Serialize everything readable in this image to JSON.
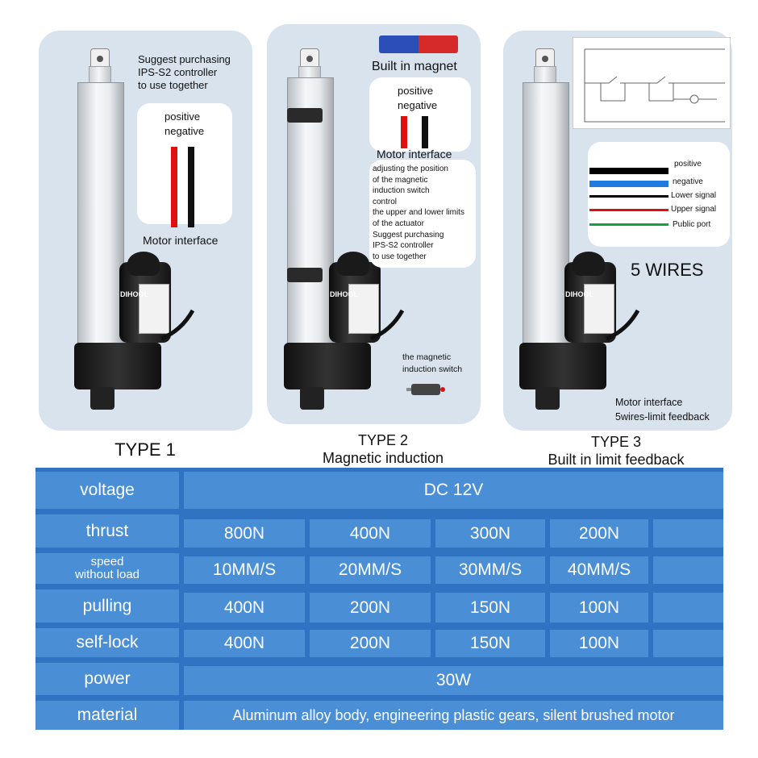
{
  "panel1": {
    "note_lines": [
      "Suggest purchasing",
      "IPS-S2 controller",
      "to use together"
    ],
    "wire_labels": [
      "positive",
      "negative"
    ],
    "interface_label": "Motor interface",
    "type_title": "TYPE 1"
  },
  "panel2": {
    "magnet_label": "Built in magnet",
    "wire_labels": [
      "positive",
      "negative"
    ],
    "interface_label": "Motor interface",
    "note_lines": [
      "adjusting the position",
      "of the magnetic",
      "induction switch",
      "control",
      "the upper and lower limits",
      "of the actuator",
      "Suggest purchasing",
      "IPS-S2 controller",
      " to use together"
    ],
    "switch_label_lines": [
      "the magnetic",
      "induction switch"
    ],
    "type_title": "TYPE 2",
    "type_subtitle": "Magnetic induction"
  },
  "panel3": {
    "wires": [
      {
        "label": "positive",
        "color": "#000000"
      },
      {
        "label": "negative",
        "color": "#1e7be0"
      },
      {
        "label": "Lower  signal",
        "color": "#000000"
      },
      {
        "label": "Upper signal",
        "color": "#e01010"
      },
      {
        "label": "Public port",
        "color": "#18a03c"
      }
    ],
    "wire_count_label": "5 WIRES",
    "bottom_lines": [
      "Motor interface",
      "5wires-limit feedback"
    ],
    "type_title": "TYPE 3",
    "type_subtitle": "Built in limit feedback"
  },
  "actuator": {
    "brand": "DIHOOL"
  },
  "colors": {
    "panel_bg": "#d8e3ee",
    "table_cell": "#4a8fd6",
    "table_frame": "#2f73c2",
    "red_wire": "#e01010"
  },
  "specs": {
    "voltage": {
      "label": "voltage",
      "value": "DC 12V"
    },
    "thrust": {
      "label": "thrust",
      "values": [
        "800N",
        "400N",
        "300N",
        "200N"
      ]
    },
    "speed": {
      "label_lines": [
        "speed",
        "without load"
      ],
      "values": [
        "10MM/S",
        "20MM/S",
        "30MM/S",
        "40MM/S"
      ]
    },
    "pulling": {
      "label": "pulling",
      "values": [
        "400N",
        "200N",
        "150N",
        "100N"
      ]
    },
    "selflock": {
      "label": "self-lock",
      "values": [
        "400N",
        "200N",
        "150N",
        "100N"
      ]
    },
    "power": {
      "label": "power",
      "value": "30W"
    },
    "material": {
      "label": "material",
      "value": "Aluminum alloy body, engineering plastic gears, silent brushed motor"
    }
  }
}
